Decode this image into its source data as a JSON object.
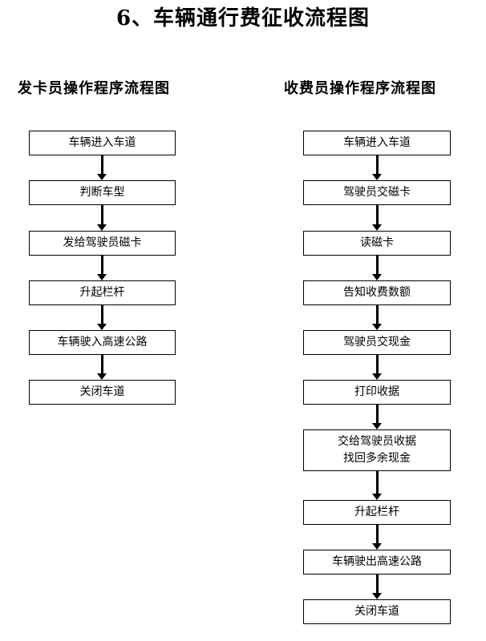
{
  "title": "6、车辆通行费征收流程图",
  "left": {
    "heading": "发卡员操作程序流程图",
    "steps": [
      "车辆进入车道",
      "判断车型",
      "发给驾驶员磁卡",
      "升起栏杆",
      "车辆驶入高速公路",
      "关闭车道"
    ]
  },
  "right": {
    "heading": "收费员操作程序流程图",
    "steps": [
      "车辆进入车道",
      "驾驶员交磁卡",
      "读磁卡",
      "告知收费数额",
      "驾驶员交现金",
      "打印收据",
      "交给驾驶员收据\n找回多余现金",
      "升起栏杆",
      "车辆驶出高速公路",
      "关闭车道"
    ]
  }
}
